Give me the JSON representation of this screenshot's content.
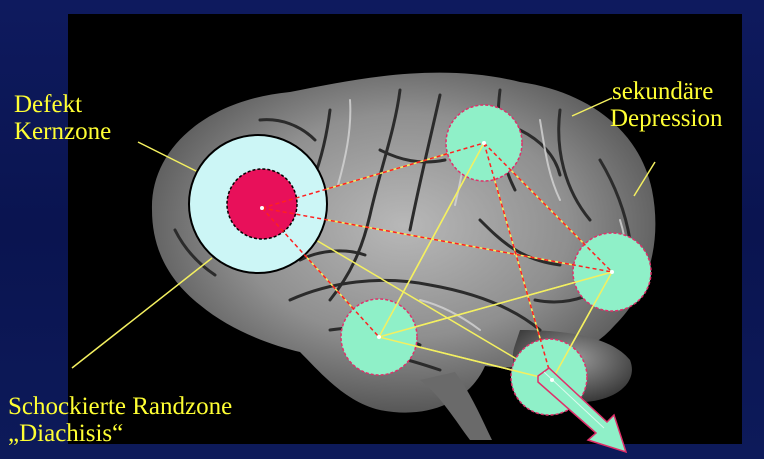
{
  "labels": {
    "defekt_line1": "Defekt",
    "defekt_line2": "Kernzone",
    "sekundaer_line1": "sekundäre",
    "sekundaer_line2": "Depression",
    "randzone_line1": "Schockierte Randzone",
    "randzone_line2": "„Diachisis“"
  },
  "colors": {
    "background": "#0d1856",
    "label_text": "#ffff33",
    "core_fill": "#e8105a",
    "shock_zone_fill": "#ccf6f6",
    "secondary_node_fill": "#8ff0c8",
    "node_outline": "#e0306a",
    "red_connection": "#ff2020",
    "yellow_connection": "#f4f060",
    "arrow_fill": "#8ff0c8"
  },
  "icons": {
    "brain": "brain-photo-icon",
    "arrow": "outflow-arrow-icon"
  }
}
